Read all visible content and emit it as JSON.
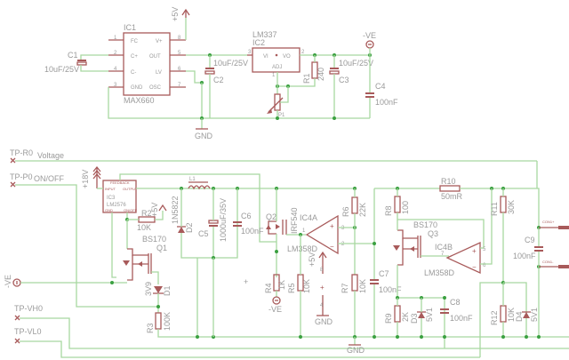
{
  "schematic": {
    "testpoints": [
      "TP-R0",
      "TP-P0",
      "TP-VH0",
      "TP-VL0"
    ],
    "net_labels": {
      "voltage": "Voltage",
      "onoff": "ON/OFF",
      "neg": "-VE",
      "gnd": "GND",
      "plus5": "+5V",
      "plus18": "+18V"
    },
    "ic1": {
      "ref": "IC1",
      "part": "MAX660",
      "pins_left": [
        "FC",
        "C+",
        "C-",
        "GND"
      ],
      "pins_right": [
        "V+",
        "OUT",
        "LV",
        "OSC"
      ],
      "pin_nums_left": [
        "1",
        "2",
        "4",
        "3"
      ],
      "pin_nums_right": [
        "8",
        "5",
        "6",
        "7"
      ]
    },
    "ic2": {
      "ref": "IC2",
      "part": "LM337",
      "vi": "VI",
      "vo": "VO",
      "adj": "ADJ",
      "pin_in": "3",
      "pin_out": "2",
      "pin_adj": "1"
    },
    "ic3": {
      "ref": "IC3",
      "part": "LM2576",
      "feedback": "FEEDBACK",
      "input": "INPUT",
      "output": "OUTPUT",
      "gnd": "GND",
      "onoff": "ON/OFF",
      "pins": [
        "1",
        "2",
        "3",
        "4",
        "5"
      ]
    },
    "ic4a": {
      "ref": "IC4A",
      "part": "LM358D",
      "pins": [
        "3",
        "2",
        "1"
      ]
    },
    "ic4b": {
      "ref": "IC4B",
      "part": "LM358D",
      "pins": [
        "5",
        "6",
        "7"
      ]
    },
    "ic4_power": {
      "pin_vcc": "8",
      "pin_gnd": "4"
    },
    "capacitors": [
      {
        "ref": "C1",
        "value": "10uF/25V"
      },
      {
        "ref": "C2",
        "value": "10uF/25V"
      },
      {
        "ref": "C3",
        "value": "10uF/25V"
      },
      {
        "ref": "C4",
        "value": "100nF"
      },
      {
        "ref": "C5",
        "value": "1000uF/35V"
      },
      {
        "ref": "C6",
        "value": "100nF"
      },
      {
        "ref": "C7",
        "value": "100nF"
      },
      {
        "ref": "C8",
        "value": "100nF"
      },
      {
        "ref": "C9",
        "value": "100nF"
      }
    ],
    "resistors": [
      {
        "ref": "R1",
        "value": "240"
      },
      {
        "ref": "R2",
        "value": "10K"
      },
      {
        "ref": "R3",
        "value": "100K"
      },
      {
        "ref": "R4",
        "value": "1K"
      },
      {
        "ref": "R5",
        "value": "10K"
      },
      {
        "ref": "R6",
        "value": "22K"
      },
      {
        "ref": "R7",
        "value": "10K"
      },
      {
        "ref": "R8",
        "value": "100"
      },
      {
        "ref": "R9",
        "value": "2K"
      },
      {
        "ref": "R10",
        "value": "50mR"
      },
      {
        "ref": "R11",
        "value": "30K"
      },
      {
        "ref": "R12",
        "value": "10K"
      }
    ],
    "pot": {
      "ref": "P1"
    },
    "inductor": {
      "ref": "L1"
    },
    "diodes": [
      {
        "ref": "D1",
        "value": "3V9"
      },
      {
        "ref": "D2",
        "value": "1N5822"
      },
      {
        "ref": "D3",
        "value": "5V1"
      },
      {
        "ref": "D4",
        "value": "5V1"
      }
    ],
    "transistors": [
      {
        "ref": "Q1",
        "part": "BS170"
      },
      {
        "ref": "Q2",
        "part": "IRF540"
      },
      {
        "ref": "Q3",
        "part": "BS170"
      }
    ],
    "connectors": [
      "CON1+",
      "CON1-"
    ]
  }
}
